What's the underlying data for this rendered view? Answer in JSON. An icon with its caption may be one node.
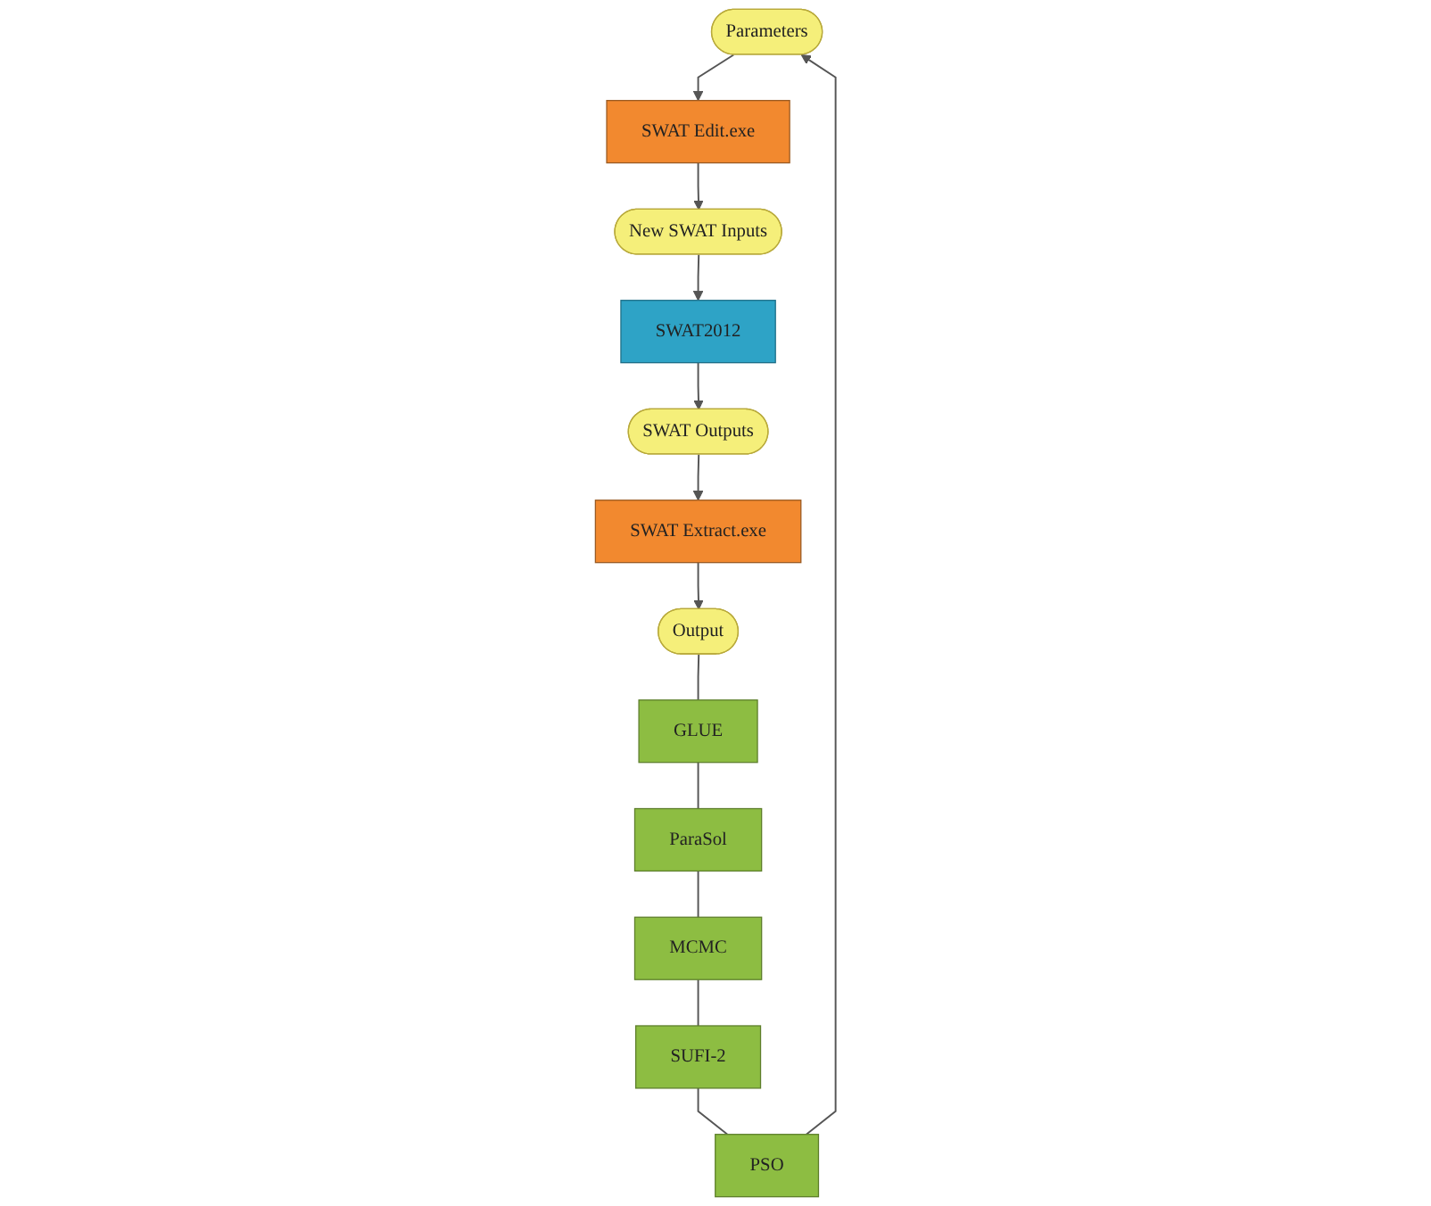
{
  "diagram": {
    "nodes": [
      {
        "text": [
          "Parameters"
        ]
      },
      {
        "text": [
          "SWAT Edit.exe"
        ]
      },
      {
        "text": [
          "New SWAT Inputs"
        ]
      },
      {
        "text": [
          "SWAT2012"
        ]
      },
      {
        "text": [
          "SWAT Outputs"
        ]
      },
      {
        "text": [
          "SWAT Extract.exe"
        ]
      },
      {
        "text": [
          "Output"
        ]
      },
      {
        "text": [
          "PSO"
        ]
      },
      {
        "text": [
          "SUFI-2"
        ]
      },
      {
        "text": [
          "MCMC"
        ]
      },
      {
        "text": [
          "ParaSol"
        ]
      },
      {
        "text": [
          "GLUE"
        ]
      }
    ],
    "edges": [
      {
        "from": 0,
        "to": 1,
        "arrow": "to"
      },
      {
        "from": 1,
        "to": 2,
        "arrow": "to"
      },
      {
        "from": 2,
        "to": 3,
        "arrow": "to"
      },
      {
        "from": 3,
        "to": 4,
        "arrow": "to"
      },
      {
        "from": 4,
        "to": 5,
        "arrow": "to"
      },
      {
        "from": 5,
        "to": 6,
        "arrow": "to"
      },
      {
        "from": 6,
        "to": 11,
        "arrow": "none"
      },
      {
        "from": 11,
        "to": 10,
        "arrow": "none"
      },
      {
        "from": 10,
        "to": 9,
        "arrow": "none"
      },
      {
        "from": 9,
        "to": 8,
        "arrow": "none"
      },
      {
        "from": 8,
        "to": 7,
        "arrow": "none"
      },
      {
        "from": 7,
        "to": 0,
        "arrow": "to"
      }
    ]
  }
}
